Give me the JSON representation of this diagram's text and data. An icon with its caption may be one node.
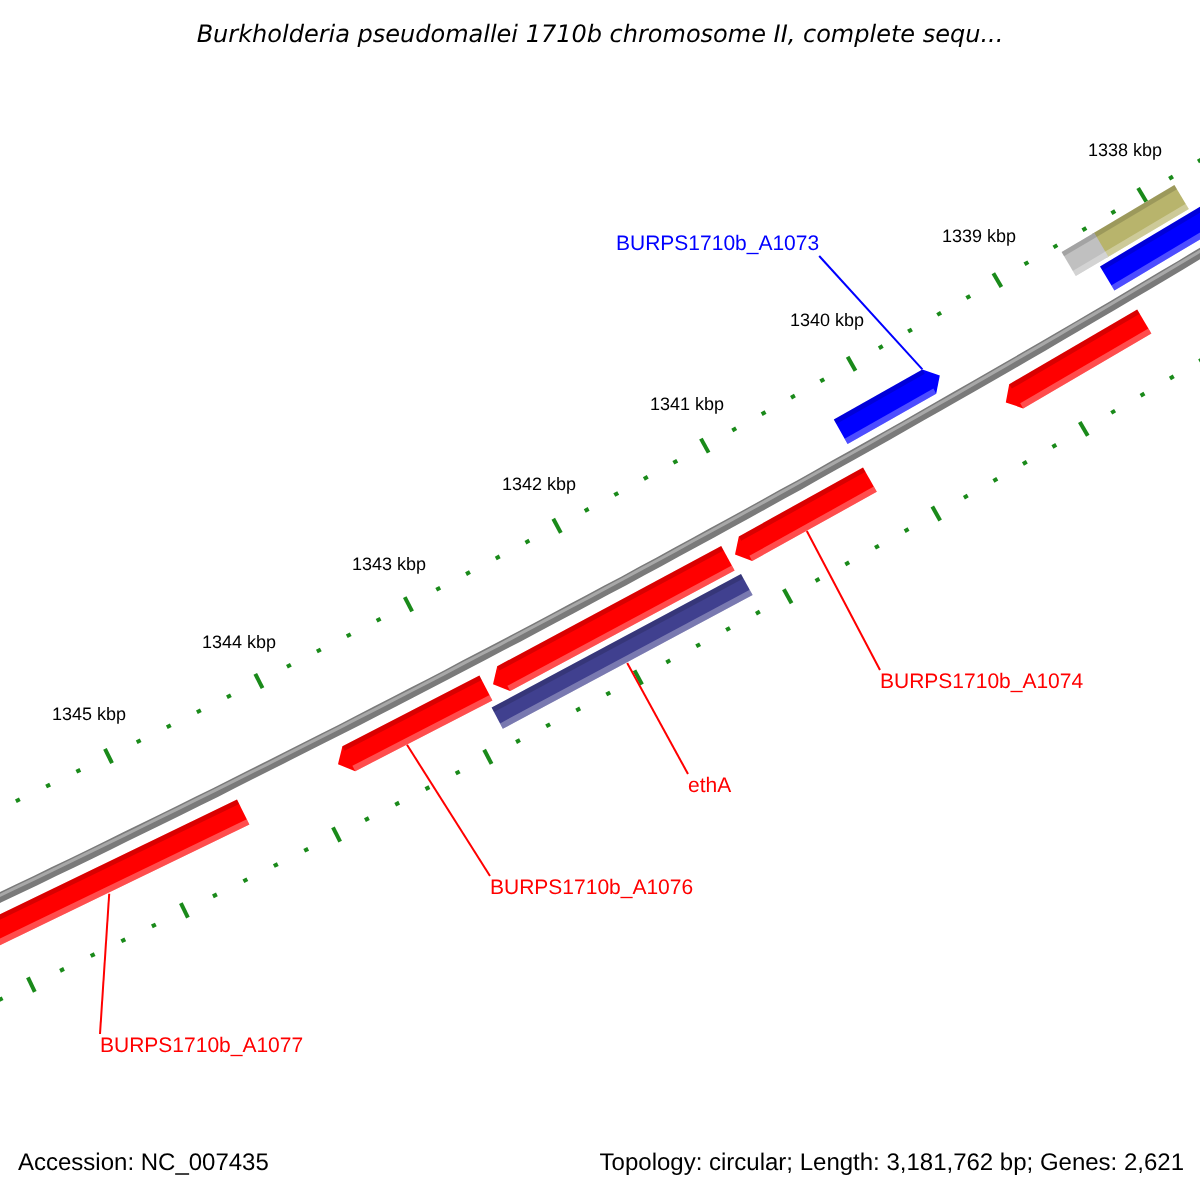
{
  "diagram": {
    "title": "Burkholderia pseudomallei 1710b chromosome II, complete sequ...",
    "nodes": [
      {
        "text": [
          "BURPS1710b_A1073"
        ]
      },
      {
        "text": [],
        "shape": "bar"
      },
      {
        "text": [
          "BURPS1710b_A1074"
        ]
      },
      {
        "text": [],
        "shape": "bar"
      },
      {
        "text": [
          "ethA"
        ]
      },
      {
        "text": [],
        "shape": "bar"
      },
      {
        "text": [
          "BURPS1710b_A1076"
        ]
      },
      {
        "text": [],
        "shape": "bar"
      },
      {
        "text": [
          "BURPS1710b_A1077"
        ]
      },
      {
        "text": [],
        "shape": "bar"
      },
      {
        "text": [],
        "shape": "bar"
      },
      {
        "text": [],
        "shape": "bar"
      },
      {
        "text": [],
        "shape": "bar"
      },
      {
        "text": [],
        "shape": "box"
      },
      {
        "text": [],
        "shape": "box"
      }
    ],
    "edges": [
      {
        "from": 0,
        "to": 1,
        "arrow": "none",
        "color": "#0000ff"
      },
      {
        "from": 2,
        "to": 3,
        "arrow": "none"
      },
      {
        "from": 4,
        "to": 5,
        "arrow": "none"
      },
      {
        "from": 6,
        "to": 7,
        "arrow": "none"
      },
      {
        "from": 8,
        "to": 9,
        "arrow": "none"
      }
    ],
    "labels": [
      "1338 kbp",
      "1339 kbp",
      "1340 kbp",
      "1341 kbp",
      "1342 kbp",
      "1343 kbp",
      "1344 kbp",
      "1345 kbp",
      "Accession: NC_007435",
      "Topology: circular; Length: 3,181,762 bp; Genes: 2,621"
    ]
  }
}
